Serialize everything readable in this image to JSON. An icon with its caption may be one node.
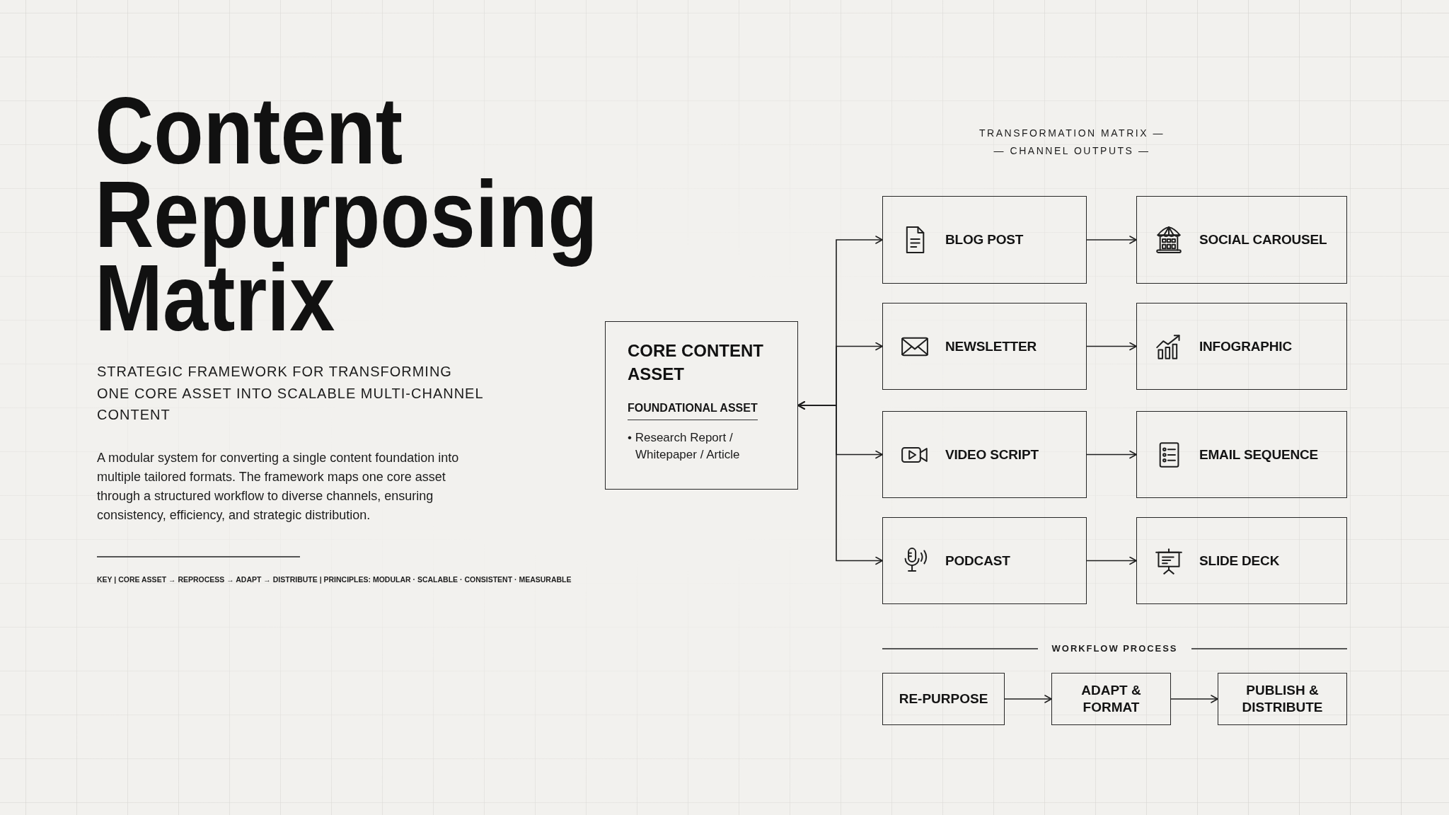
{
  "diagram": {
    "title": "Content Repurposing Matrix",
    "nodes": [
      {
        "text": [
          "CORE CONTENT ASSET",
          "FOUNDATIONAL ASSET",
          "• Research Report / Whitepaper / Article"
        ]
      },
      {
        "text": [
          "BLOG POST"
        ]
      },
      {
        "text": [
          "SOCIAL CAROUSEL"
        ]
      },
      {
        "text": [
          "NEWSLETTER"
        ]
      },
      {
        "text": [
          "INFOGRAPHIC"
        ]
      },
      {
        "text": [
          "VIDEO SCRIPT"
        ]
      },
      {
        "text": [
          "EMAIL SEQUENCE"
        ]
      },
      {
        "text": [
          "PODCAST"
        ]
      },
      {
        "text": [
          "SLIDE DECK"
        ]
      },
      {
        "text": [
          "RE-PURPOSE"
        ]
      },
      {
        "text": [
          "ADAPT & FORMAT"
        ]
      },
      {
        "text": [
          "PUBLISH & DISTRIBUTE"
        ]
      }
    ],
    "edges": [
      {
        "from": 0,
        "to": 1,
        "arrow": "both"
      },
      {
        "from": 0,
        "to": 3,
        "arrow": "both"
      },
      {
        "from": 0,
        "to": 5,
        "arrow": "both"
      },
      {
        "from": 0,
        "to": 7,
        "arrow": "both"
      },
      {
        "from": 1,
        "to": 2,
        "arrow": "to"
      },
      {
        "from": 3,
        "to": 4,
        "arrow": "to"
      },
      {
        "from": 5,
        "to": 6,
        "arrow": "to"
      },
      {
        "from": 7,
        "to": 8,
        "arrow": "to"
      },
      {
        "from": 9,
        "to": 10,
        "arrow": "to"
      },
      {
        "from": 10,
        "to": 11,
        "arrow": "to"
      }
    ],
    "labels": [
      "STRATEGIC FRAMEWORK FOR TRANSFORMING ONE CORE ASSET INTO SCALABLE MULTI-CHANNEL CONTENT",
      "A modular system for converting a single content foundation into multiple tailored formats. The framework maps one core asset through a structured workflow to diverse channels, ensuring consistency, efficiency, and strategic distribution.",
      "KEY | CORE ASSET → REPROCESS → ADAPT → DISTRIBUTE | PRINCIPLES: MODULAR · SCALABLE · CONSISTENT · MEASURABLE",
      "TRANSFORMATION MATRIX —",
      "— CHANNEL OUTPUTS —",
      "WORKFLOW PROCESS"
    ]
  }
}
